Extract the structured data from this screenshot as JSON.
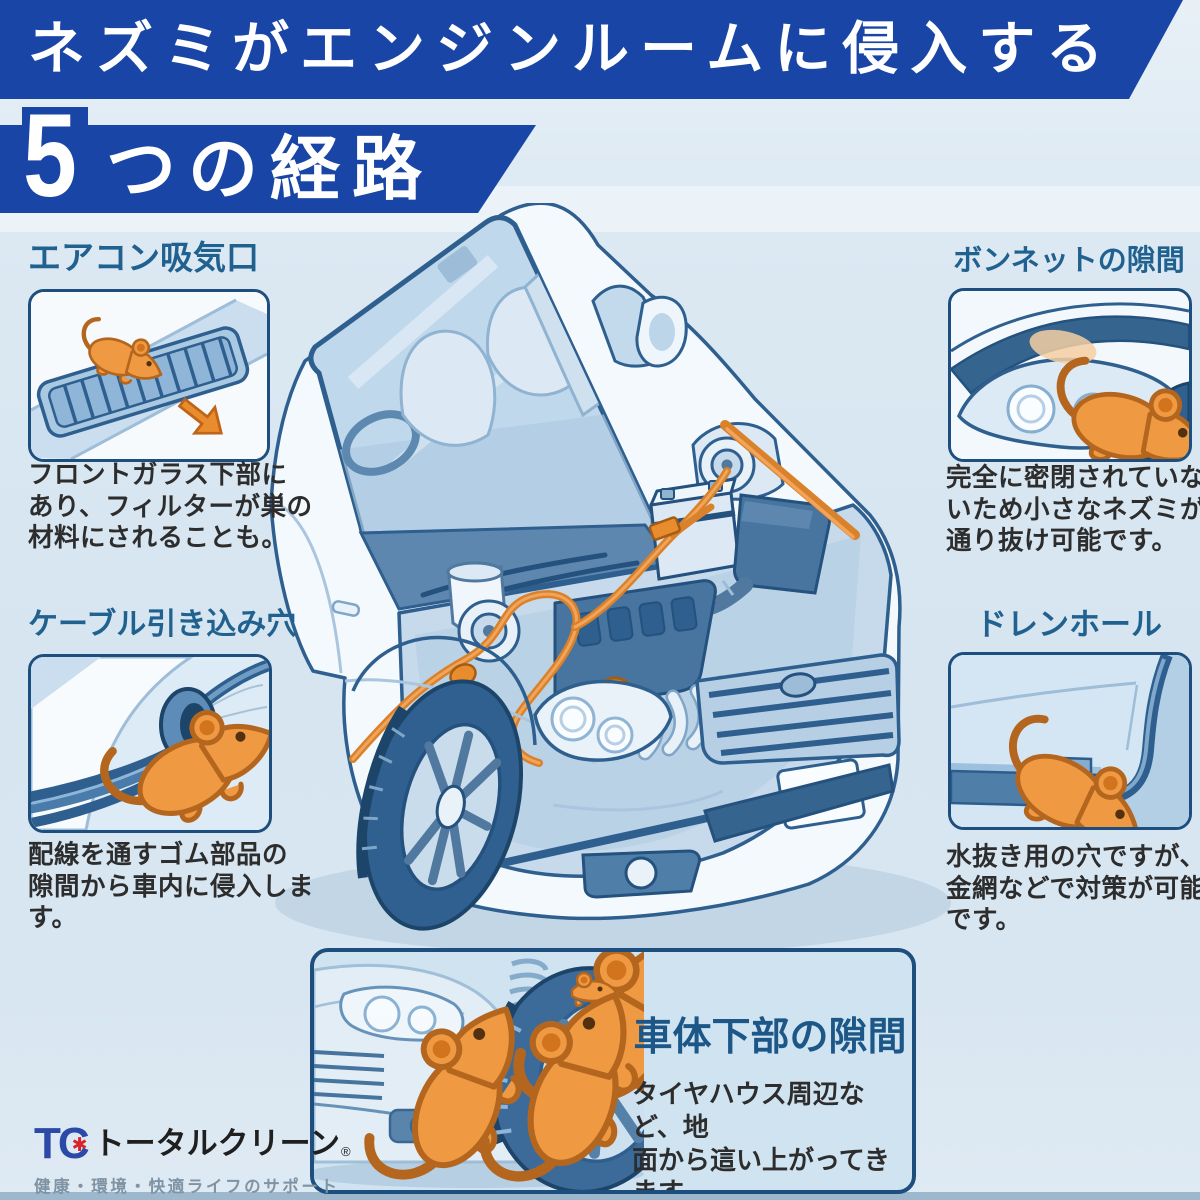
{
  "header": {
    "title": "ネズミがエンジンルームに侵入する",
    "count": "5",
    "count_suffix": "つの経路"
  },
  "sections": {
    "aircon": {
      "title": "エアコン吸気口",
      "body": "フロントガラス下部に\nあり、フィルターが巣の\n材料にされることも。"
    },
    "cable": {
      "title": "ケーブル引き込み穴",
      "body": "配線を通すゴム部品の\n隙間から車内に侵入します。"
    },
    "bonnet": {
      "title": "ボンネットの隙間",
      "body": "完全に密閉されていな\nいため小さなネズミが\n通り抜け可能です。"
    },
    "drain": {
      "title": "ドレンホール",
      "body": "水抜き用の穴ですが、\n金網などで対策が可能\nです。"
    },
    "underbody": {
      "title": "車体下部の隙間",
      "body": "タイヤハウス周辺など、地\n面から這い上がってきます。"
    }
  },
  "footer": {
    "logo_tc": "TC",
    "logo_mark": "✱",
    "logo_name": "トータルクリーン",
    "registered_mark": "®",
    "tagline": "健康・環境・快適ライフのサポート"
  },
  "colors": {
    "banner_blue": "#1845a6",
    "section_title_blue": "#21618f",
    "body_text": "#2d2d2d",
    "mouse_orange": "#ef9a42",
    "outline_blue": "#2e5f8f",
    "panel_light_blue": "#cde0f0",
    "background": "#d9e7f2",
    "logo_blue": "#2b4aa8",
    "logo_red": "#d8232a"
  }
}
